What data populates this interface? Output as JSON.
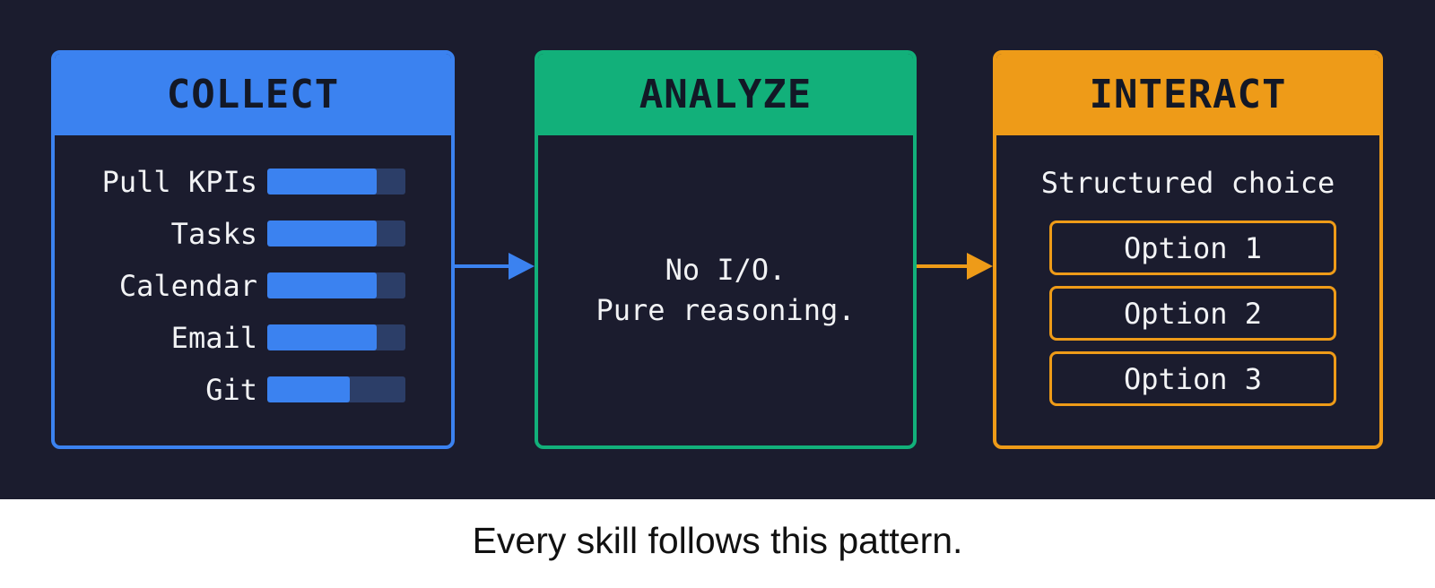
{
  "colors": {
    "background": "#1b1c2e",
    "collect": "#3b82f0",
    "analyze": "#12b07a",
    "interact": "#ee9b18",
    "bar_track": "#2c3e68",
    "text": "#f2f3f5",
    "header_text": "#131826"
  },
  "collect": {
    "title": "COLLECT",
    "items": [
      {
        "label": "Pull KPIs",
        "fill_percent": 79
      },
      {
        "label": "Tasks",
        "fill_percent": 79
      },
      {
        "label": "Calendar",
        "fill_percent": 79
      },
      {
        "label": "Email",
        "fill_percent": 79
      },
      {
        "label": "Git",
        "fill_percent": 60
      }
    ]
  },
  "analyze": {
    "title": "ANALYZE",
    "line1": "No I/O.",
    "line2": "Pure reasoning."
  },
  "interact": {
    "title": "INTERACT",
    "subtitle": "Structured choice",
    "options": [
      "Option 1",
      "Option 2",
      "Option 3"
    ]
  },
  "arrows": [
    {
      "from": "collect",
      "to": "analyze",
      "color": "#3b82f0",
      "icon": "arrow-right-icon"
    },
    {
      "from": "analyze",
      "to": "interact",
      "color": "#ee9b18",
      "icon": "arrow-right-icon"
    }
  ],
  "caption": "Every skill follows this pattern."
}
